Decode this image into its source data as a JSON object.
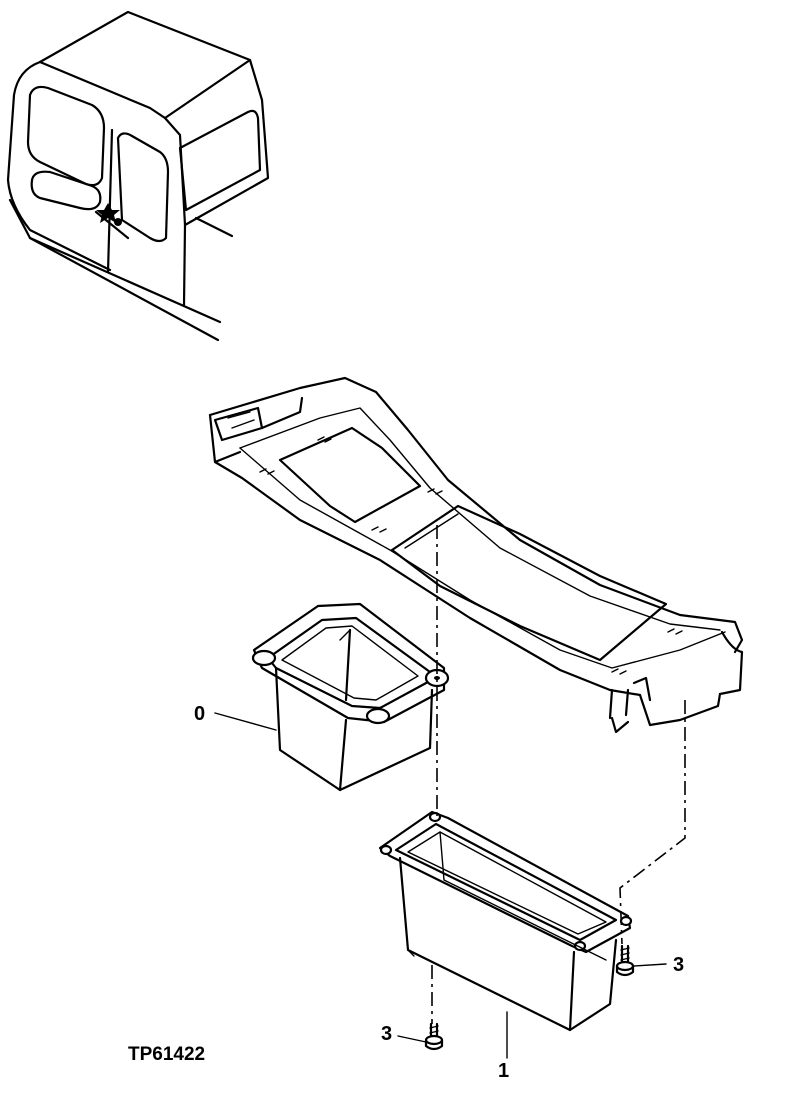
{
  "figure": {
    "drawing_number": "TP61422",
    "callouts": {
      "storage_box_small": "0",
      "storage_box_long": "1",
      "screw_right": "3",
      "screw_left": "3"
    }
  }
}
